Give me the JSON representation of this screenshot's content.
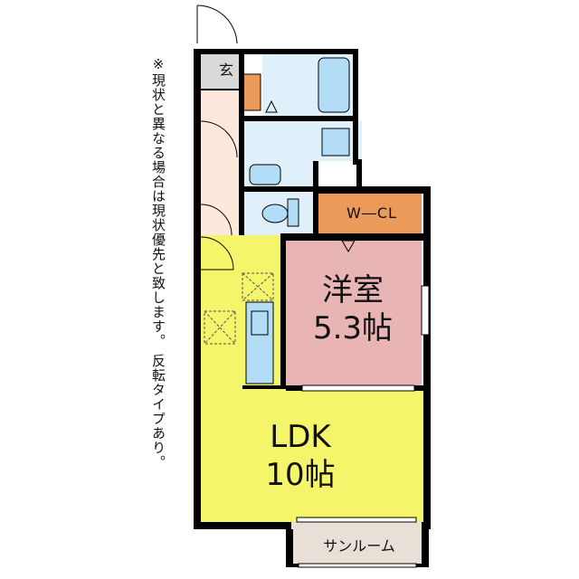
{
  "note": "※現状と異なる場合は現状優先と致します。 反転タイプあり。",
  "rooms": {
    "genkan": "玄",
    "wcl": "W―CL",
    "youshitsu_name": "洋室",
    "youshitsu_size": "5.3帖",
    "ldk_name": "LDK",
    "ldk_size": "10帖",
    "sunroom": "サンルーム"
  },
  "colors": {
    "wall": "#000000",
    "genkan": "#d9d9d9",
    "hall": "#fde9dc",
    "wetarea": "#dff0fb",
    "fixture": "#b3ddf6",
    "wcl": "#ec9a5a",
    "youshitsu": "#e8b4b4",
    "ldk": "#f5f56b",
    "sunroom": "#e8e0d6"
  }
}
